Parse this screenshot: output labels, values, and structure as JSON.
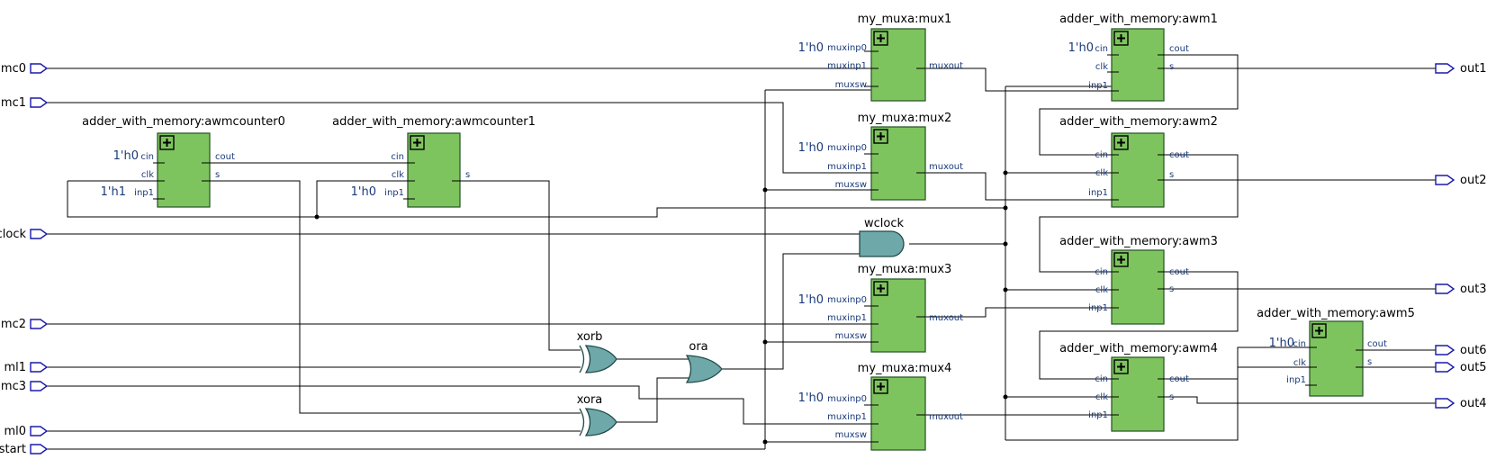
{
  "inputs": [
    "mc0",
    "mc1",
    "clock",
    "mc2",
    "ml1",
    "mc3",
    "ml0",
    "start"
  ],
  "outputs": [
    "out1",
    "out2",
    "out3",
    "out6",
    "out5",
    "out4"
  ],
  "blocks": {
    "awmcounter0": {
      "title": "adder_with_memory:awmcounter0",
      "pins": [
        "cin",
        "clk",
        "inp1",
        "cout",
        "s"
      ],
      "consts": [
        "1'h0",
        "1'h1"
      ]
    },
    "awmcounter1": {
      "title": "adder_with_memory:awmcounter1",
      "pins": [
        "cin",
        "clk",
        "inp1",
        "s"
      ],
      "consts": [
        "1'h0"
      ]
    },
    "mux1": {
      "title": "my_muxa:mux1",
      "pins": [
        "muxinp0",
        "muxinp1",
        "muxsw",
        "muxout"
      ],
      "consts": [
        "1'h0"
      ]
    },
    "mux2": {
      "title": "my_muxa:mux2",
      "pins": [
        "muxinp0",
        "muxinp1",
        "muxsw",
        "muxout"
      ],
      "consts": [
        "1'h0"
      ]
    },
    "mux3": {
      "title": "my_muxa:mux3",
      "pins": [
        "muxinp0",
        "muxinp1",
        "muxsw",
        "muxout"
      ],
      "consts": [
        "1'h0"
      ]
    },
    "mux4": {
      "title": "my_muxa:mux4",
      "pins": [
        "muxinp0",
        "muxinp1",
        "muxsw",
        "muxout"
      ],
      "consts": [
        "1'h0"
      ]
    },
    "awm1": {
      "title": "adder_with_memory:awm1",
      "pins": [
        "cin",
        "clk",
        "inp1",
        "cout",
        "s"
      ],
      "consts": [
        "1'h0"
      ]
    },
    "awm2": {
      "title": "adder_with_memory:awm2",
      "pins": [
        "cin",
        "clk",
        "inp1",
        "cout",
        "s"
      ]
    },
    "awm3": {
      "title": "adder_with_memory:awm3",
      "pins": [
        "cin",
        "clk",
        "inp1",
        "cout",
        "s"
      ]
    },
    "awm4": {
      "title": "adder_with_memory:awm4",
      "pins": [
        "cin",
        "clk",
        "inp1",
        "cout",
        "s"
      ]
    },
    "awm5": {
      "title": "adder_with_memory:awm5",
      "pins": [
        "cin",
        "clk",
        "inp1",
        "cout",
        "s"
      ],
      "consts": [
        "1'h0"
      ]
    }
  },
  "gates": {
    "xorb": "xorb",
    "ora": "ora",
    "xora": "xora",
    "wclock": "wclock"
  },
  "colors": {
    "block": "#7ec45e",
    "gate": "#6fa8a8",
    "port_outline": "#1a1aaa",
    "pin_text": "#1a3a7a"
  },
  "icons": {
    "block_expand": "plus-box-icon",
    "port": "port-arrow-icon"
  }
}
